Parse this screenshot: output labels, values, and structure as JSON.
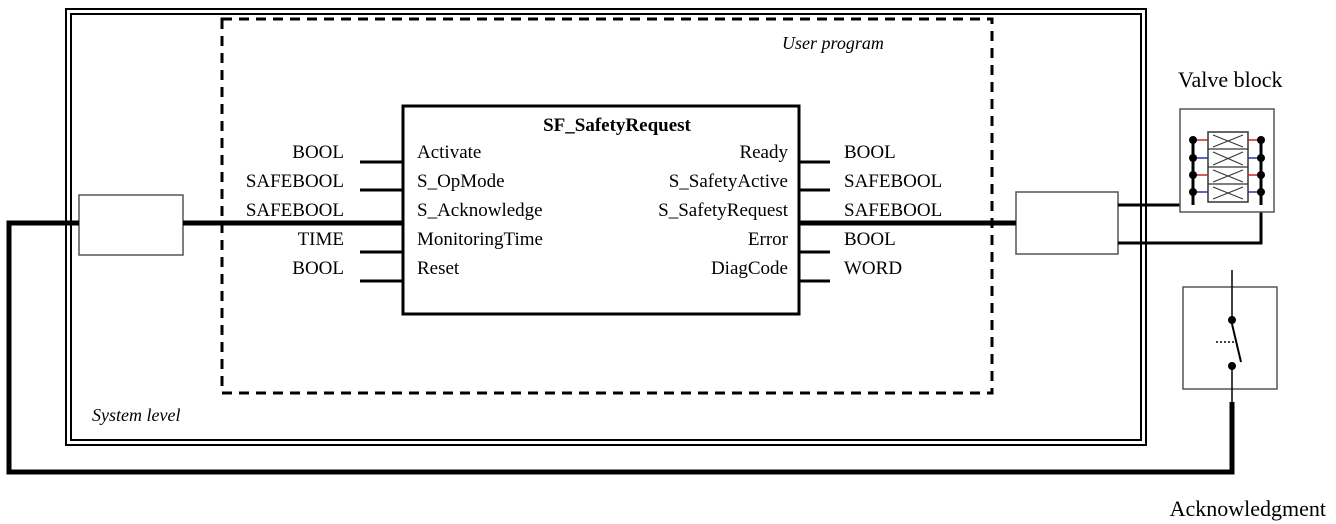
{
  "labels": {
    "user_program": "User program",
    "system_level": "System level",
    "valve_block": "Valve block",
    "acknowledgment": "Acknowledgment"
  },
  "function_block": {
    "name": "SF_SafetyRequest",
    "inputs": [
      {
        "name": "Activate",
        "type": "BOOL"
      },
      {
        "name": "S_OpMode",
        "type": "SAFEBOOL"
      },
      {
        "name": "S_Acknowledge",
        "type": "SAFEBOOL"
      },
      {
        "name": "MonitoringTime",
        "type": "TIME"
      },
      {
        "name": "Reset",
        "type": "BOOL"
      }
    ],
    "outputs": [
      {
        "name": "Ready",
        "type": "BOOL"
      },
      {
        "name": "S_SafetyActive",
        "type": "SAFEBOOL"
      },
      {
        "name": "S_SafetyRequest",
        "type": "SAFEBOOL"
      },
      {
        "name": "Error",
        "type": "BOOL"
      },
      {
        "name": "DiagCode",
        "type": "WORD"
      }
    ]
  },
  "colors": {
    "line": "#000000",
    "box_border": "#555555",
    "valve_red": "#cc2222",
    "valve_blue": "#2233aa"
  }
}
